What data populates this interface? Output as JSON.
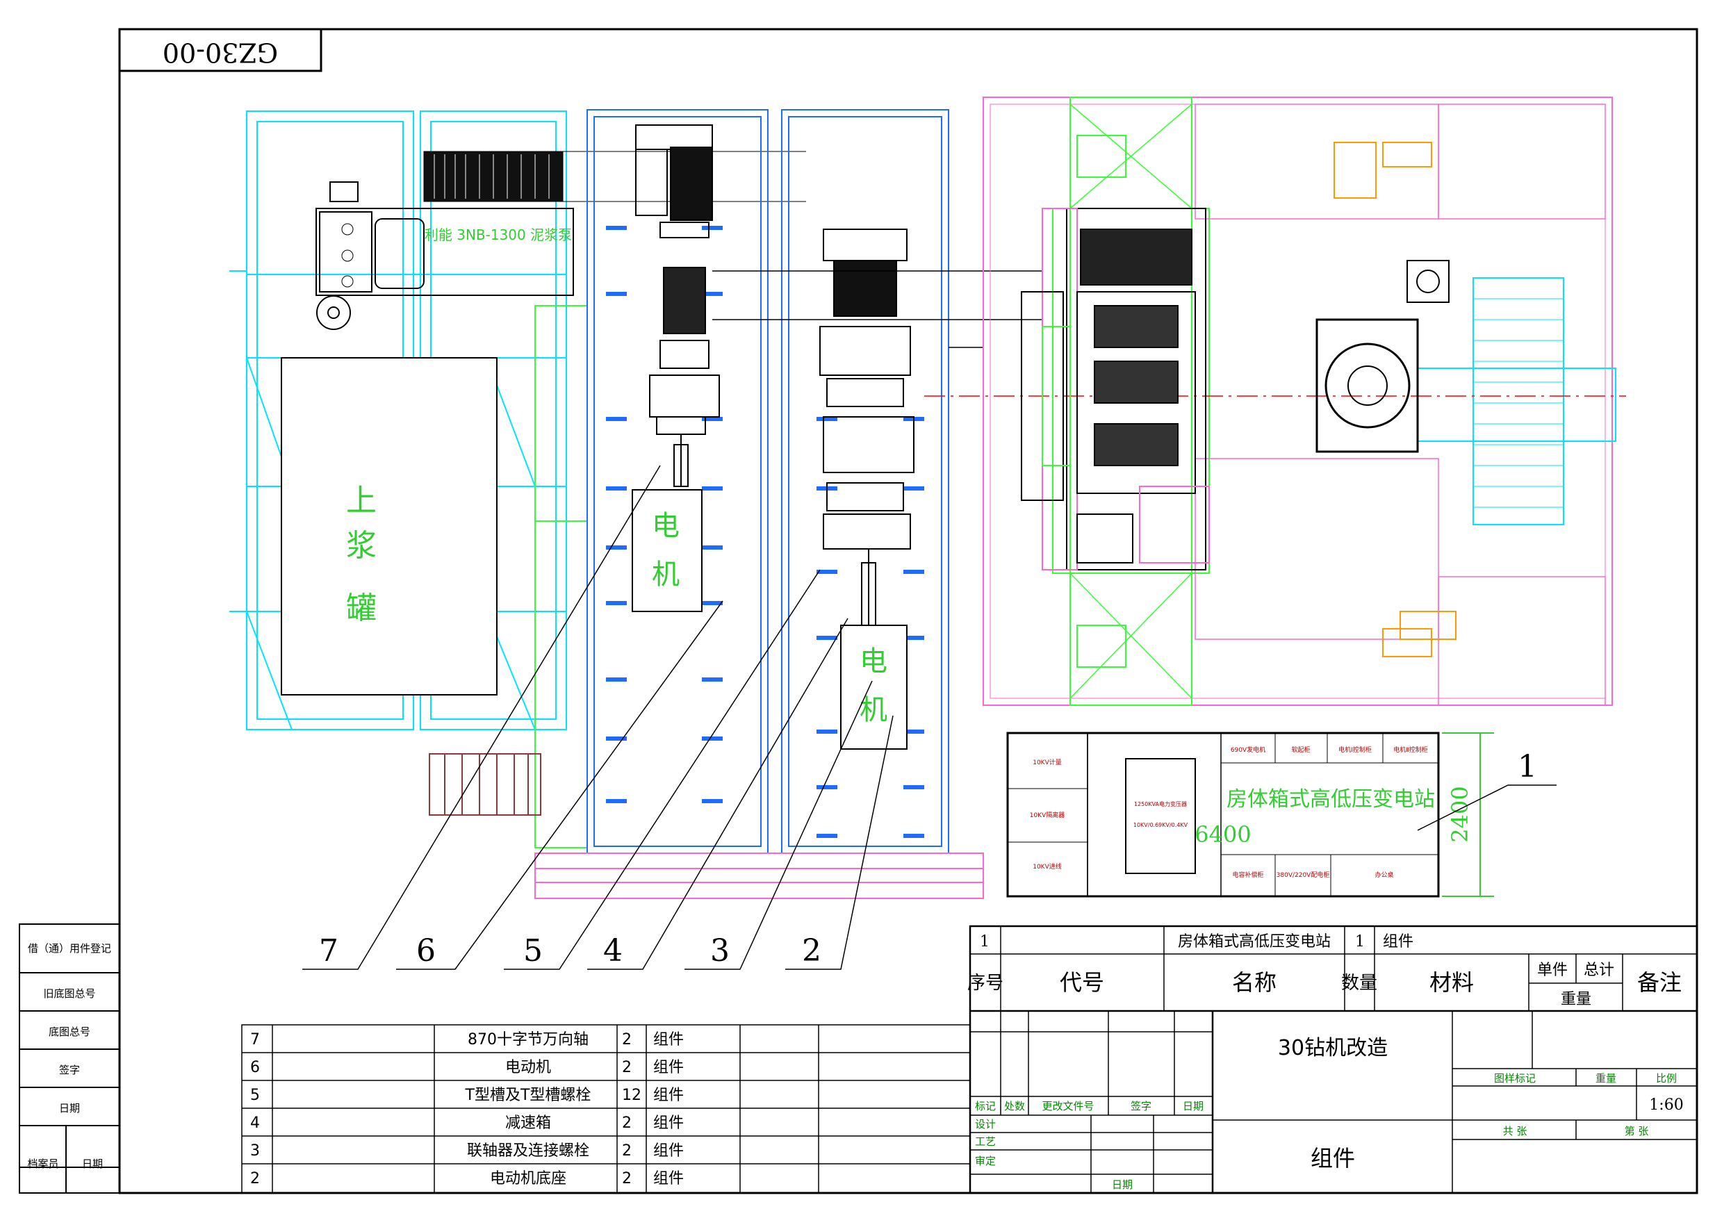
{
  "drawing_no": "GZ30-00",
  "equipment_labels": {
    "mud_pump": "利能 3NB-1300 泥浆泵",
    "tank": [
      "上",
      "浆",
      "罐"
    ],
    "motor_left": [
      "电",
      "机"
    ],
    "motor_right": [
      "电",
      "机"
    ],
    "substation": "房体箱式高低压变电站",
    "dim_width": "6400",
    "dim_height": "2400"
  },
  "callouts": [
    "1",
    "7",
    "6",
    "5",
    "4",
    "3",
    "2"
  ],
  "substation_cells": {
    "top": [
      "690V发电机",
      "软起柜",
      "电机Ⅰ控制柜",
      "电机Ⅱ控制柜"
    ],
    "left": [
      "10KV计量",
      "10KV隔离器",
      "10KV进线"
    ],
    "transformer": [
      "1250KVA电力变压器",
      "10KV/0.69KV/0.4KV"
    ],
    "bottom": [
      "电容补偿柜",
      "380V/220V配电柜",
      "办公桌"
    ]
  },
  "parts_list": [
    {
      "no": "7",
      "code": "",
      "name": "870十字节万向轴",
      "qty": "2",
      "material": "组件"
    },
    {
      "no": "6",
      "code": "",
      "name": "电动机",
      "qty": "2",
      "material": "组件"
    },
    {
      "no": "5",
      "code": "",
      "name": "T型槽及T型槽螺栓",
      "qty": "12",
      "material": "组件"
    },
    {
      "no": "4",
      "code": "",
      "name": "减速箱",
      "qty": "2",
      "material": "组件"
    },
    {
      "no": "3",
      "code": "",
      "name": "联轴器及连接螺栓",
      "qty": "2",
      "material": "组件"
    },
    {
      "no": "2",
      "code": "",
      "name": "电动机底座",
      "qty": "2",
      "material": "组件"
    }
  ],
  "parts_row_1": {
    "no": "1",
    "code": "",
    "name": "房体箱式高低压变电站",
    "qty": "1",
    "material": "组件"
  },
  "parts_header": {
    "no": "序号",
    "code": "代号",
    "name": "名称",
    "qty": "数量",
    "material": "材料",
    "unit": "单件",
    "total": "总计",
    "weight": "重量",
    "remark": "备注"
  },
  "title_block": {
    "project": "30钻机改造",
    "drawing_name": "组件",
    "rev_labels": [
      "标记",
      "处数",
      "更改文件号",
      "签字",
      "日期"
    ],
    "roles": [
      "设计",
      "工艺",
      "审定"
    ],
    "date_label": "日期",
    "stage_label": "图样标记",
    "weight_label": "重量",
    "scale_label": "比例",
    "scale": "1:60",
    "sheets_total": "共 张",
    "sheet_no": "第 张"
  },
  "left_strip": [
    "借（通）用件登记",
    "旧底图总号",
    "底图总号",
    "签字",
    "日期",
    "档案员",
    "日期"
  ]
}
